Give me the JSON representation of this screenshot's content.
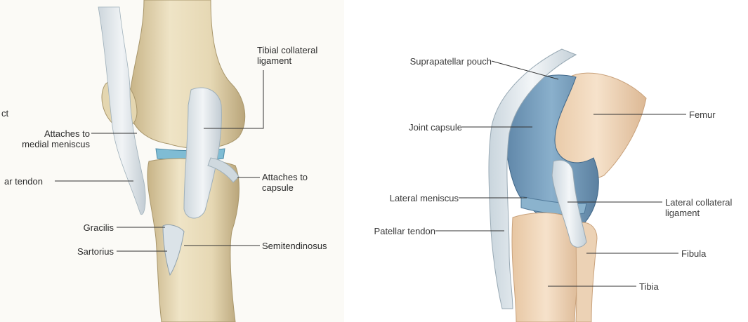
{
  "left_diagram": {
    "labels": {
      "tibial_collateral_ligament": "Tibial collateral\nligament",
      "cut_partial": "ct",
      "attaches_to_medial_meniscus": "Attaches to\nmedial meniscus",
      "tendon_partial": "ar tendon",
      "attaches_to_capsule": "Attaches to\ncapsule",
      "gracilis": "Gracilis",
      "sartorius": "Sartorius",
      "semitendinosus": "Semitendinosus"
    }
  },
  "right_diagram": {
    "labels": {
      "suprapatellar_pouch": "Suprapatellar pouch",
      "joint_capsule": "Joint capsule",
      "femur": "Femur",
      "lateral_meniscus": "Lateral meniscus",
      "lateral_collateral_ligament": "Lateral collateral\nligament",
      "patellar_tendon": "Patellar tendon",
      "fibula": "Fibula",
      "tibia": "Tibia"
    }
  },
  "colors": {
    "bone": "#e8dcbc",
    "bone_shadow": "#c9b98e",
    "ligament": "#dfe6ea",
    "cartilage_blue": "#7fb6d0",
    "capsule_blue": "#6f97b8",
    "bone_right": "#f0d2b4",
    "tendon_right": "#e4ecf1"
  }
}
